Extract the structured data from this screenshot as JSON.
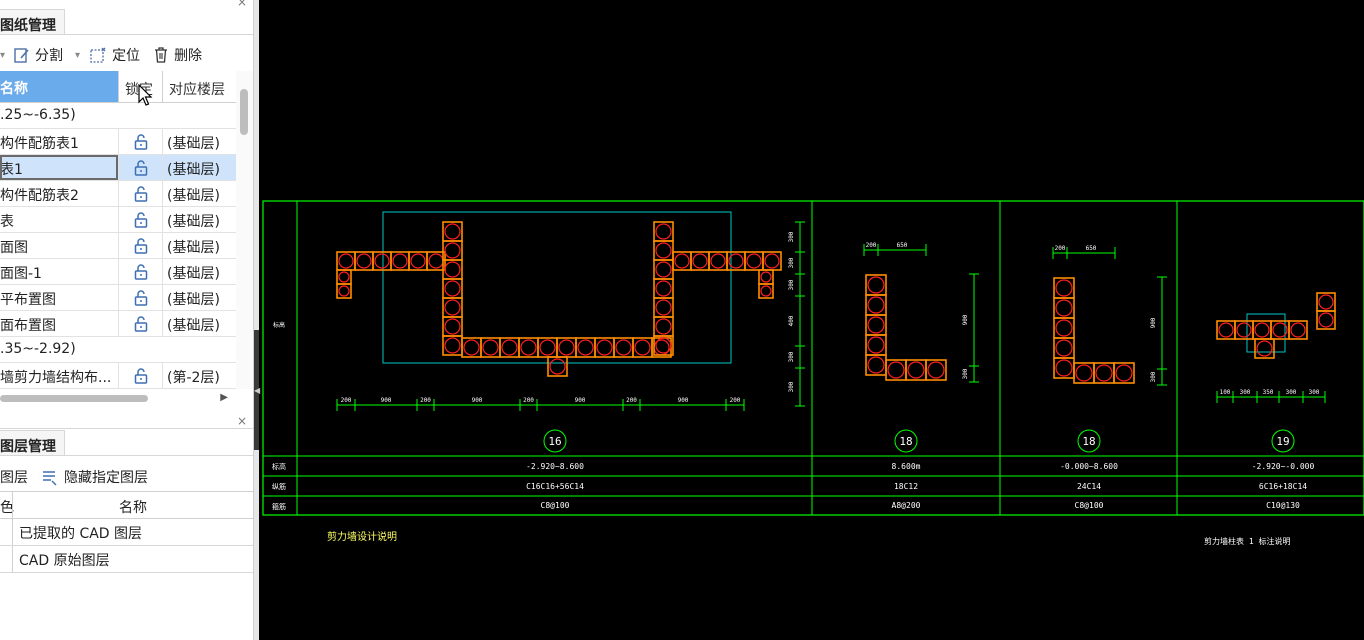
{
  "drawing_panel": {
    "title": "图纸管理",
    "close": "×",
    "toolbar": {
      "split": "分割",
      "locate": "定位",
      "delete": "删除"
    },
    "columns": {
      "name": "名称",
      "lock": "锁定",
      "floor": "对应楼层"
    },
    "rows": [
      {
        "name": ".25~-6.35)",
        "group": true
      },
      {
        "name": "构件配筋表1",
        "floor": "(基础层)"
      },
      {
        "name": "表1",
        "floor": "(基础层)",
        "selected": true
      },
      {
        "name": "构件配筋表2",
        "floor": "(基础层)"
      },
      {
        "name": "表",
        "floor": "(基础层)"
      },
      {
        "name": "面图",
        "floor": "(基础层)"
      },
      {
        "name": "面图-1",
        "floor": "(基础层)"
      },
      {
        "name": "平布置图",
        "floor": "(基础层)"
      },
      {
        "name": "面布置图",
        "floor": "(基础层)"
      },
      {
        "name": ".35~-2.92)",
        "group": true
      },
      {
        "name": "墙剪力墙结构布...",
        "floor": "(第-2层)"
      }
    ]
  },
  "layer_panel": {
    "title": "图层管理",
    "close": "×",
    "toolbar": {
      "show_layer": "图层",
      "hide_layer": "隐藏指定图层"
    },
    "columns": {
      "color": "色",
      "name": "名称"
    },
    "rows": [
      {
        "name": "已提取的 CAD 图层"
      },
      {
        "name": "CAD 原始图层"
      }
    ]
  },
  "cad": {
    "colors": {
      "bg": "#000000",
      "frame": "#00ff00",
      "rebar": "#ff8c00",
      "bar": "#ff2020",
      "box": "#00c8c8"
    },
    "sections": [
      {
        "id": "16",
        "elevation": "-2.920~8.600",
        "longitudinal": "C16C16+56C14",
        "stirrup": "C8@100"
      },
      {
        "id": "18",
        "elevation": "8.600m",
        "longitudinal": "18C12",
        "stirrup": "A8@200"
      },
      {
        "id": "18",
        "elevation": "-0.000~8.600",
        "longitudinal": "24C14",
        "stirrup": "C8@100"
      },
      {
        "id": "19",
        "elevation": "-2.920~-0.000",
        "longitudinal": "6C16+18C14",
        "stirrup": "C10@130"
      }
    ],
    "dims_16": [
      "200",
      "900",
      "200",
      "900",
      "200",
      "900",
      "200",
      "900",
      "200"
    ],
    "dims_18a": [
      "200",
      "650"
    ],
    "dims_18b": [
      "200",
      "650"
    ],
    "dims_19": [
      "100",
      "300",
      "350",
      "300",
      "300"
    ],
    "vdims_16": [
      "300",
      "300",
      "300",
      "400",
      "300",
      "300"
    ],
    "vdims_18": [
      "900",
      "300"
    ],
    "row_labels": [
      "标高",
      "纵筋",
      "箍筋"
    ],
    "note_left": "剪力墙设计说明",
    "note_right": "剪力墙柱表 1 标注说明"
  }
}
